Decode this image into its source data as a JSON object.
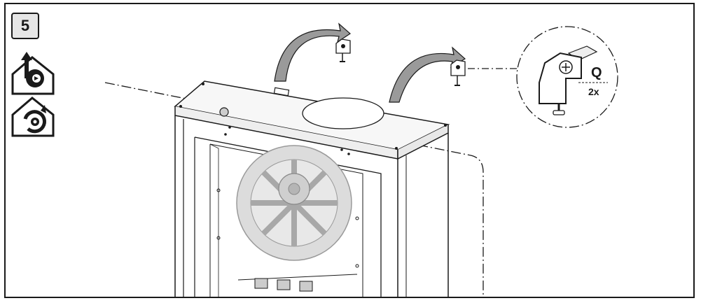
{
  "step": {
    "number": "5"
  },
  "callout": {
    "part_label": "Q",
    "quantity": "2x"
  },
  "icons": [
    "exhaust-air-house-icon",
    "recirculation-air-house-icon"
  ],
  "colors": {
    "stroke": "#1a1a1a",
    "arrow_fill": "#9a9a9a",
    "fan_fill": "#d8d8d8",
    "panel_fill": "#f5f5f5"
  }
}
